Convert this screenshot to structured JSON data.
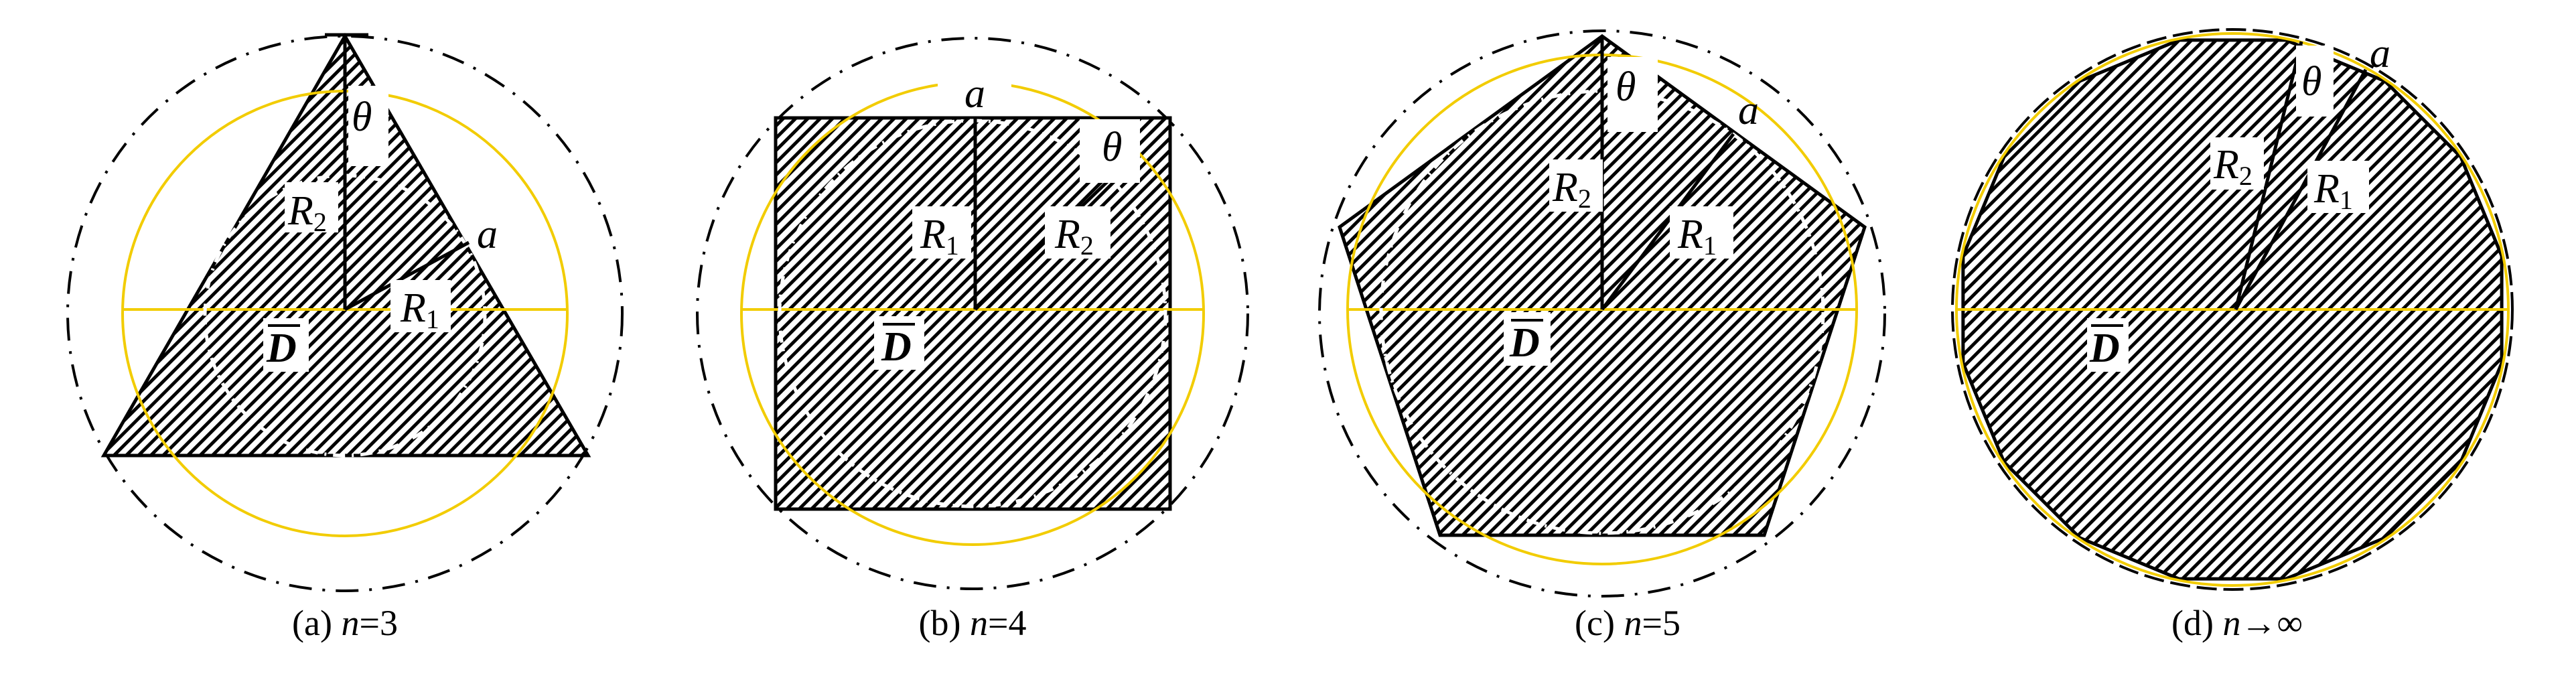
{
  "figure": {
    "colors": {
      "hatch": "#000000",
      "circumscribed_circle": "#f2cc00",
      "outer_circle": "#000000"
    },
    "panels": [
      {
        "id": "a",
        "sides": 3,
        "labels": {
          "theta": "θ",
          "r1": "R",
          "r1_sub": "1",
          "r2": "R",
          "r2_sub": "2",
          "side": "a",
          "diameter": "D"
        },
        "caption": {
          "tag": "(a)",
          "var": "n",
          "rel": "=3"
        }
      },
      {
        "id": "b",
        "sides": 4,
        "labels": {
          "theta": "θ",
          "r1": "R",
          "r1_sub": "1",
          "r2": "R",
          "r2_sub": "2",
          "side": "a",
          "diameter": "D"
        },
        "caption": {
          "tag": "(b)",
          "var": "n",
          "rel": "=4"
        }
      },
      {
        "id": "c",
        "sides": 5,
        "labels": {
          "theta": "θ",
          "r1": "R",
          "r1_sub": "1",
          "r2": "R",
          "r2_sub": "2",
          "side": "a",
          "diameter": "D"
        },
        "caption": {
          "tag": "(c)",
          "var": "n",
          "rel": "=5"
        }
      },
      {
        "id": "d",
        "sides": "infinity",
        "labels": {
          "theta": "θ",
          "r1": "R",
          "r1_sub": "1",
          "r2": "R",
          "r2_sub": "2",
          "side": "a",
          "diameter": "D"
        },
        "caption": {
          "tag": "(d)",
          "var": "n",
          "rel": "→∞"
        }
      }
    ]
  }
}
